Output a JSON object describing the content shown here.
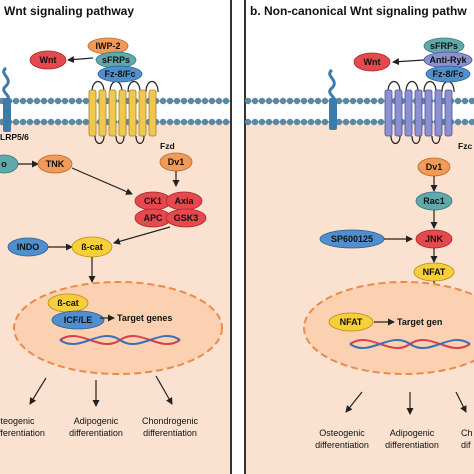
{
  "panel_a": {
    "title": "Wnt signaling pathway",
    "nodes": {
      "iwp2": "IWP-2",
      "wnt": "Wnt",
      "sfrps": "sFRPs",
      "fz8fc": "Fz-8/Fc",
      "lrp": "LRP5/6",
      "fzd": "Fzd",
      "dv1": "Dv1",
      "left_partial": "o",
      "tnk": "TNK",
      "ck1": "CK1",
      "axia": "Axia",
      "apc": "APC",
      "gsk3": "GSK3",
      "indo": "INDO",
      "bcat": "ß-cat",
      "bcat_nuc": "ß-cat",
      "icf": "ICF/LE",
      "target": "Target genes"
    },
    "outputs": [
      {
        "line1": "steogenic",
        "line2": "ifferentiation"
      },
      {
        "line1": "Adipogenic",
        "line2": "differentiation"
      },
      {
        "line1": "Chondrogenic",
        "line2": "differentiation"
      }
    ]
  },
  "panel_b": {
    "title": "b. Non-canonical Wnt signaling pathw",
    "nodes": {
      "sfrps": "sFRPs",
      "wnt": "Wnt",
      "antiryk": "Anti-Ryk",
      "fz8fc": "Fz-8/Fc",
      "fzd": "Fzc",
      "dv1": "Dv1",
      "rac1": "Rac1",
      "sp600125": "SP600125",
      "jnk": "JNK",
      "nfat": "NFAT",
      "nfat_nuc": "NFAT",
      "target": "Target gen"
    },
    "outputs": [
      {
        "line1": "Osteogenic",
        "line2": "differentiation"
      },
      {
        "line1": "Adipogenic",
        "line2": "differentiation"
      },
      {
        "line1": "Ch",
        "line2": "dif"
      }
    ]
  },
  "colors": {
    "background": "#fbe1cf",
    "membrane_head": "#5a88a5",
    "receptor_a": "#f1c84f",
    "receptor_b": "#8b90d0",
    "node_red": "#e5484d",
    "node_orange": "#f29a57",
    "node_blue": "#4f8fcd",
    "node_yellow": "#f6cf3a",
    "node_teal": "#5fa8ab",
    "nucleus": "#f3a873"
  }
}
